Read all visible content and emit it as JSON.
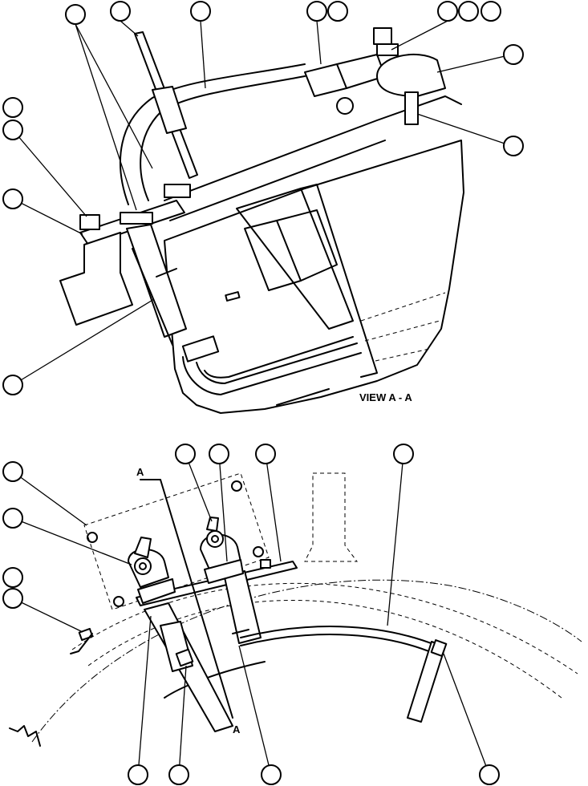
{
  "labels": {
    "view_title": "VIEW A - A",
    "section_mark_top": "A",
    "section_mark_bottom": "A"
  }
}
